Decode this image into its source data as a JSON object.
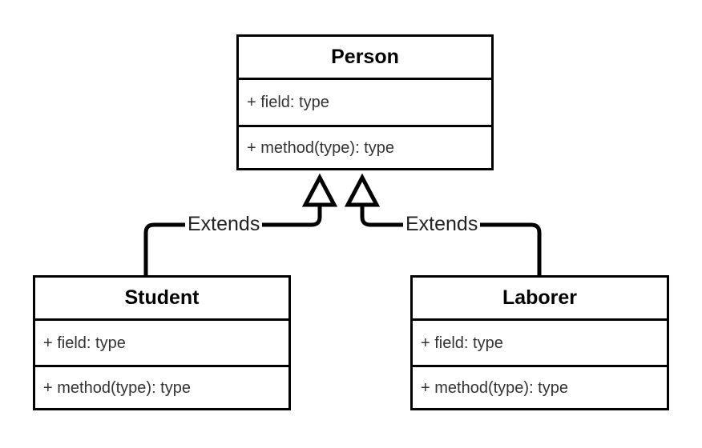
{
  "diagram": {
    "type": "uml-class-diagram",
    "background_color": "#ffffff",
    "line_color": "#000000",
    "title_color": "#000000",
    "member_color": "#333333",
    "classes": [
      {
        "id": "person",
        "name": "Person",
        "field": "+ field: type",
        "method": "+ method(type): type"
      },
      {
        "id": "student",
        "name": "Student",
        "field": "+ field: type",
        "method": "+ method(type): type"
      },
      {
        "id": "laborer",
        "name": "Laborer",
        "field": "+ field: type",
        "method": "+ method(type): type"
      }
    ],
    "relationships": [
      {
        "id": "student-extends-person",
        "label": "Extends",
        "from": "Student",
        "to": "Person",
        "kind": "generalization"
      },
      {
        "id": "laborer-extends-person",
        "label": "Extends",
        "from": "Laborer",
        "to": "Person",
        "kind": "generalization"
      }
    ]
  }
}
